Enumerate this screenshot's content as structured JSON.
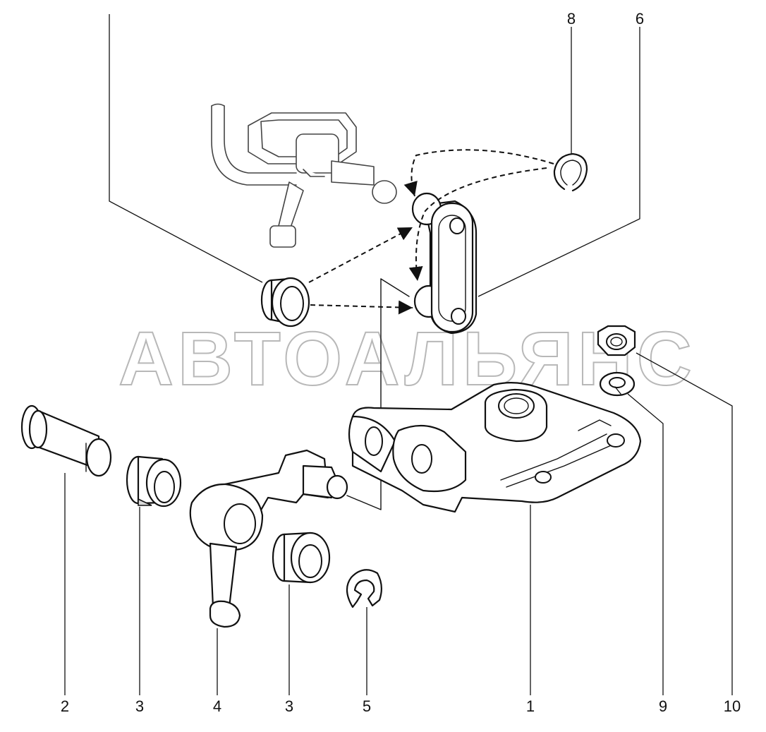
{
  "diagram": {
    "watermark": "АВТОАЛЬЯНС",
    "callouts": [
      "8",
      "6",
      "2",
      "3",
      "4",
      "3",
      "5",
      "1",
      "9",
      "10"
    ],
    "colors": {
      "line": "#111111",
      "ghost": "#444444",
      "watermark": "#b8b8b8",
      "background": "#ffffff"
    }
  }
}
